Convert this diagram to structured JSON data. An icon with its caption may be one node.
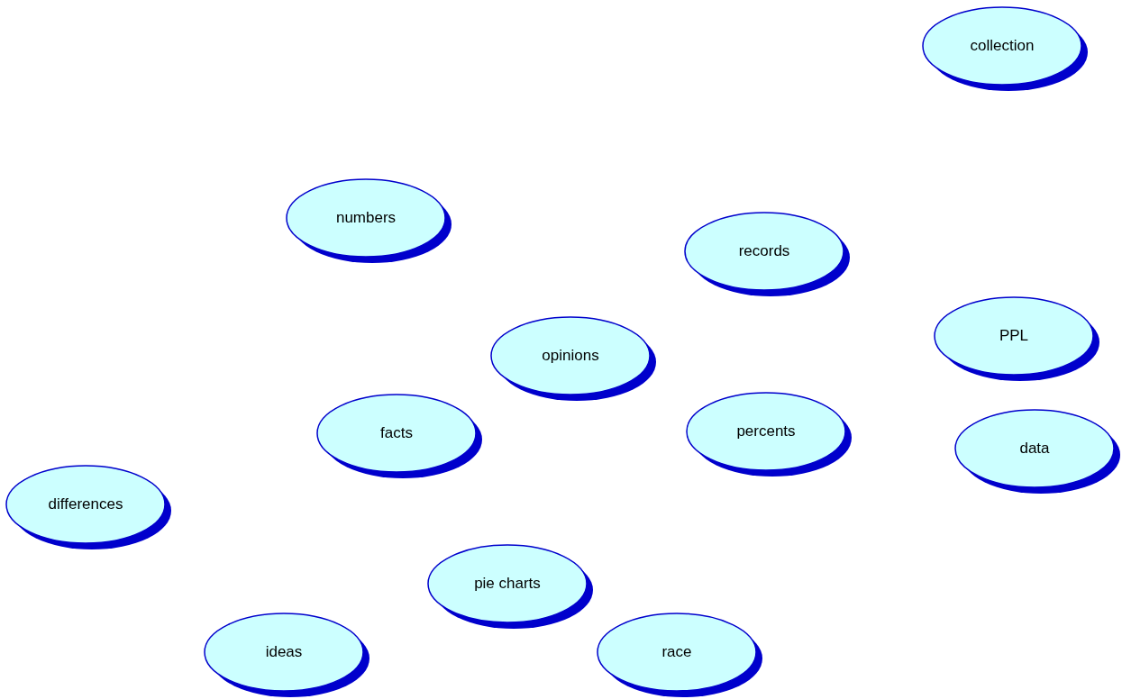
{
  "diagram": {
    "nodes": [
      {
        "text": [
          "collection"
        ]
      },
      {
        "text": [
          "numbers"
        ]
      },
      {
        "text": [
          "records"
        ]
      },
      {
        "text": [
          "PPL"
        ]
      },
      {
        "text": [
          "opinions"
        ]
      },
      {
        "text": [
          "percents"
        ]
      },
      {
        "text": [
          "facts"
        ]
      },
      {
        "text": [
          "data"
        ]
      },
      {
        "text": [
          "differences"
        ]
      },
      {
        "text": [
          "pie charts"
        ]
      },
      {
        "text": [
          "ideas"
        ]
      },
      {
        "text": [
          "race"
        ]
      }
    ]
  }
}
